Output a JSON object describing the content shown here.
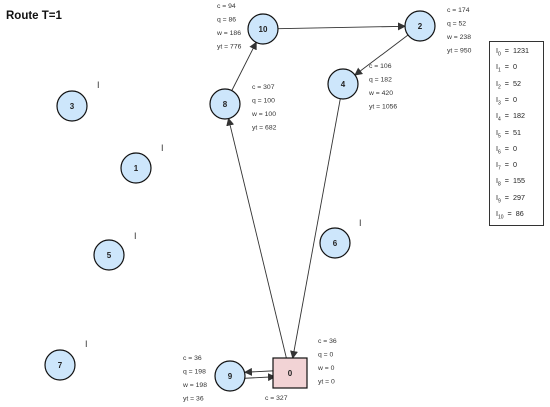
{
  "title": "Route T=1",
  "depot": {
    "id": "0",
    "c": "c = 36",
    "q": "q = 0",
    "w": "w = 0",
    "yt": "yt = 0"
  },
  "depot_cost": "c = 327",
  "nodes": [
    {
      "id": "1",
      "in_route": false
    },
    {
      "id": "2",
      "in_route": true,
      "c": "c = 174",
      "q": "q = 52",
      "w": "w = 238",
      "yt": "yt = 950"
    },
    {
      "id": "3",
      "in_route": false
    },
    {
      "id": "4",
      "in_route": true,
      "c": "c = 106",
      "q": "q = 182",
      "w": "w = 420",
      "yt": "yt = 1056"
    },
    {
      "id": "5",
      "in_route": false
    },
    {
      "id": "6",
      "in_route": false
    },
    {
      "id": "7",
      "in_route": false
    },
    {
      "id": "8",
      "in_route": true,
      "c": "c = 307",
      "q": "q = 100",
      "w": "w = 100",
      "yt": "yt = 682"
    },
    {
      "id": "9",
      "in_route": true,
      "c": "c = 36",
      "q": "q = 198",
      "w": "w = 198",
      "yt": "yt = 36"
    },
    {
      "id": "10",
      "in_route": true,
      "c": "c = 94",
      "q": "q = 86",
      "w": "w = 186",
      "yt": "yt = 776"
    }
  ],
  "tick_mark": "I",
  "edges": [
    {
      "from": "0",
      "to": "8"
    },
    {
      "from": "8",
      "to": "10"
    },
    {
      "from": "10",
      "to": "2"
    },
    {
      "from": "2",
      "to": "4"
    },
    {
      "from": "4",
      "to": "0"
    },
    {
      "from": "0",
      "to": "9"
    },
    {
      "from": "9",
      "to": "0"
    }
  ],
  "inventory": [
    {
      "sym": "I",
      "sub": "0",
      "eq": "=",
      "val": "1231"
    },
    {
      "sym": "I",
      "sub": "1",
      "eq": "=",
      "val": "0"
    },
    {
      "sym": "I",
      "sub": "2",
      "eq": "=",
      "val": "52"
    },
    {
      "sym": "I",
      "sub": "3",
      "eq": "=",
      "val": "0"
    },
    {
      "sym": "I",
      "sub": "4",
      "eq": "=",
      "val": "182"
    },
    {
      "sym": "I",
      "sub": "5",
      "eq": "=",
      "val": "51"
    },
    {
      "sym": "I",
      "sub": "6",
      "eq": "=",
      "val": "0"
    },
    {
      "sym": "I",
      "sub": "7",
      "eq": "=",
      "val": "0"
    },
    {
      "sym": "I",
      "sub": "8",
      "eq": "=",
      "val": "155"
    },
    {
      "sym": "I",
      "sub": "9",
      "eq": "=",
      "val": "297"
    },
    {
      "sym": "I",
      "sub": "10",
      "eq": "=",
      "val": "86"
    }
  ],
  "colors": {
    "node_fill": "#cde6fb",
    "node_stroke": "#111111",
    "depot_fill": "#f2d3d5",
    "edge": "#333333",
    "text": "#333333"
  }
}
